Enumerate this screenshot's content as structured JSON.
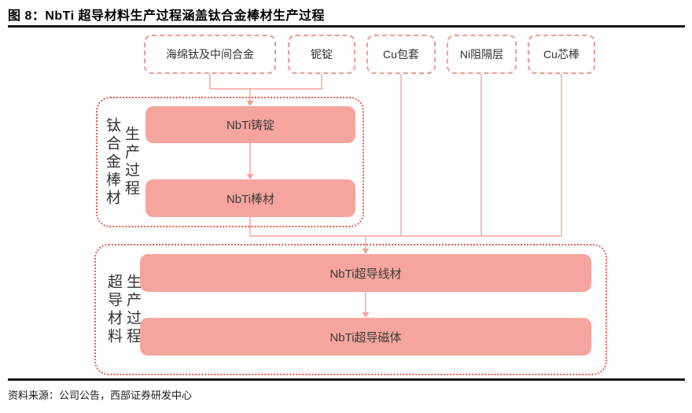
{
  "figure_title": "图 8：NbTi 超导材料生产过程涵盖钛合金棒材生产过程",
  "materials": [
    {
      "label": "海绵钛及中间合金"
    },
    {
      "label": "铌锭"
    },
    {
      "label": "Cu包套"
    },
    {
      "label": "Ni阻隔层"
    },
    {
      "label": "Cu芯棒"
    }
  ],
  "ti_alloy_process": {
    "group_label": "钛合金棒材\n生产过程",
    "steps": [
      {
        "label": "NbTi铸锭"
      },
      {
        "label": "NbTi棒材"
      }
    ]
  },
  "superconductor_process": {
    "group_label": "超导材料\n生产过程",
    "steps": [
      {
        "label": "NbTi超导线材"
      },
      {
        "label": "NbTi超导磁体"
      }
    ]
  },
  "source_note": "资料来源：公司公告，西部证券研发中心",
  "colors": {
    "step_fill": "#f5a59e",
    "dashed_border": "#f09b93",
    "dotted_border": "#ee5a4f",
    "connector_line": "#f2a29b",
    "rule": "#161616",
    "text": "#333333"
  }
}
